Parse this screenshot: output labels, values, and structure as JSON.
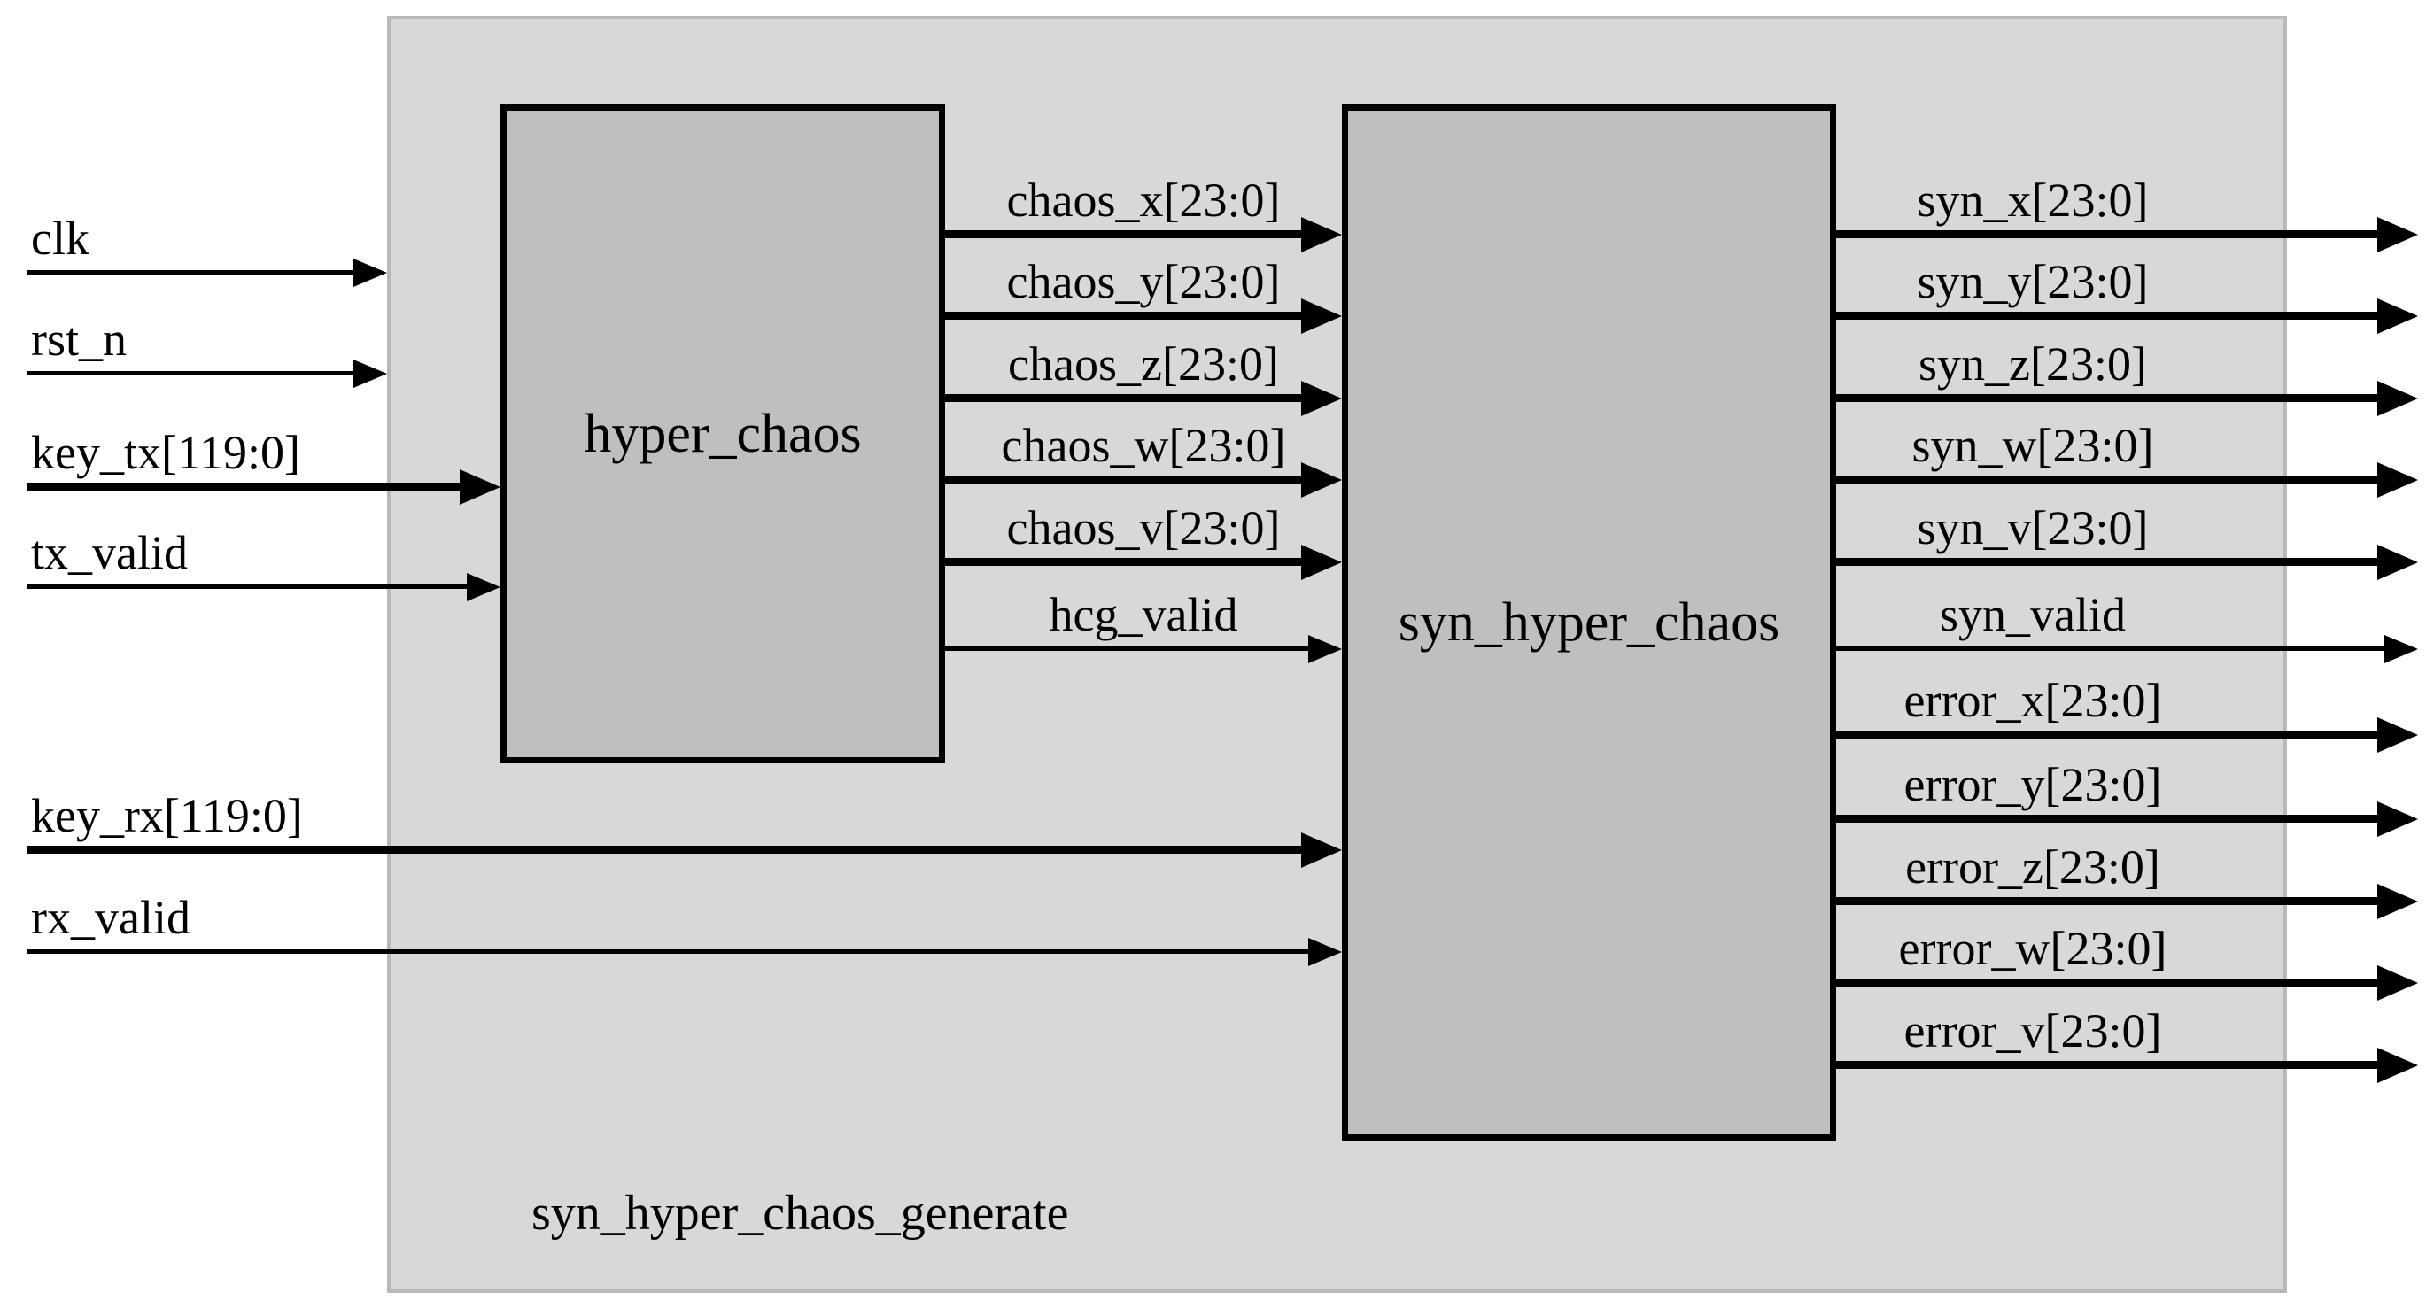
{
  "container": {
    "label": "syn_hyper_chaos_generate",
    "fill": "#d8d8d8",
    "border_color": "#b9b9b9"
  },
  "modules": [
    {
      "name": "hyper_chaos"
    },
    {
      "name": "syn_hyper_chaos"
    }
  ],
  "module_style": {
    "fill": "#bfbfbf",
    "border_color": "#000000"
  },
  "signals": {
    "inputs": [
      {
        "label": "clk",
        "bus": false
      },
      {
        "label": "rst_n",
        "bus": false
      },
      {
        "label": "key_tx[119:0]",
        "bus": true
      },
      {
        "label": "tx_valid",
        "bus": false
      },
      {
        "label": "key_rx[119:0]",
        "bus": true
      },
      {
        "label": "rx_valid",
        "bus": false
      }
    ],
    "internal": [
      {
        "label": "chaos_x[23:0]",
        "bus": true
      },
      {
        "label": "chaos_y[23:0]",
        "bus": true
      },
      {
        "label": "chaos_z[23:0]",
        "bus": true
      },
      {
        "label": "chaos_w[23:0]",
        "bus": true
      },
      {
        "label": "chaos_v[23:0]",
        "bus": true
      },
      {
        "label": "hcg_valid",
        "bus": false
      }
    ],
    "outputs": [
      {
        "label": "syn_x[23:0]",
        "bus": true
      },
      {
        "label": "syn_y[23:0]",
        "bus": true
      },
      {
        "label": "syn_z[23:0]",
        "bus": true
      },
      {
        "label": "syn_w[23:0]",
        "bus": true
      },
      {
        "label": "syn_v[23:0]",
        "bus": true
      },
      {
        "label": "syn_valid",
        "bus": false
      },
      {
        "label": "error_x[23:0]",
        "bus": true
      },
      {
        "label": "error_y[23:0]",
        "bus": true
      },
      {
        "label": "error_z[23:0]",
        "bus": true
      },
      {
        "label": "error_w[23:0]",
        "bus": true
      },
      {
        "label": "error_v[23:0]",
        "bus": true
      }
    ]
  }
}
